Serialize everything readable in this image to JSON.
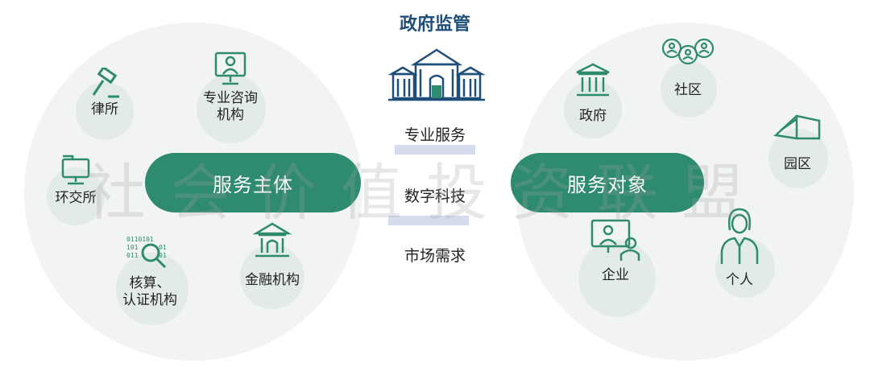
{
  "center": {
    "title": "政府监管",
    "flows": [
      "专业服务",
      "数字科技",
      "市场需求"
    ]
  },
  "left": {
    "pill": "服务主体",
    "nodes": {
      "law": "律所",
      "consult": [
        "专业咨询",
        "机构"
      ],
      "exchange": "环交所",
      "verify": [
        "核算、",
        "认证机构"
      ],
      "finance": "金融机构"
    }
  },
  "right": {
    "pill": "服务对象",
    "nodes": {
      "government": "政府",
      "community": "社区",
      "park": "园区",
      "enterprise": "企业",
      "individual": "个人"
    }
  },
  "watermark": "社会价值投资联盟",
  "colors": {
    "accent": "#2e8b6f",
    "title": "#1f4e79",
    "icon": "#2e8b6f"
  }
}
